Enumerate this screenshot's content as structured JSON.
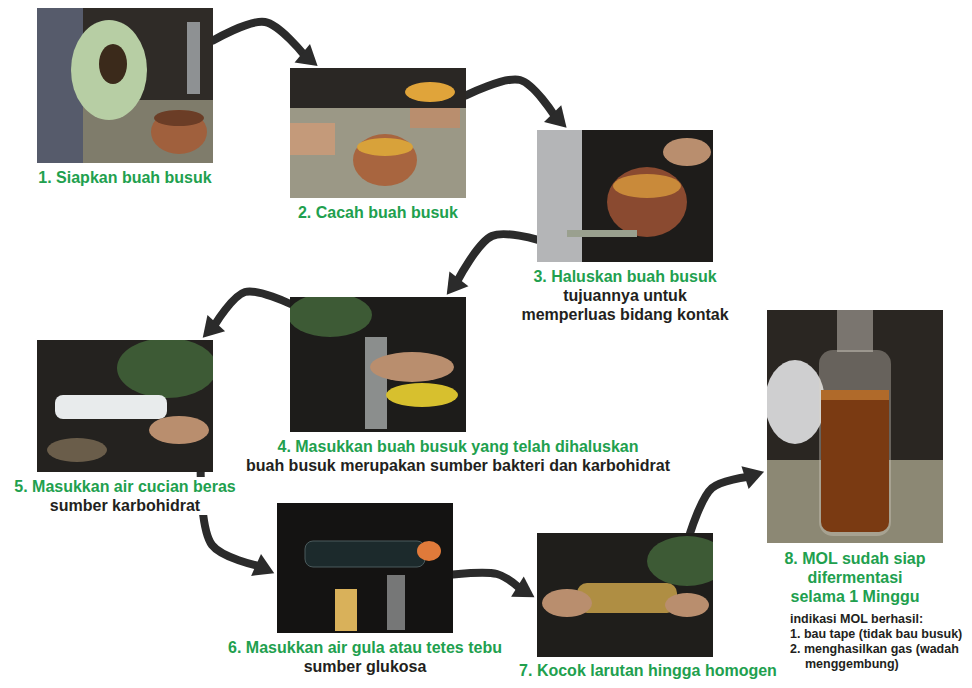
{
  "diagram": {
    "nodes": [
      {
        "text": [
          "1. Siapkan buah busuk"
        ]
      },
      {
        "text": [
          "2. Cacah buah busuk"
        ]
      },
      {
        "text": [
          "3. Haluskan buah busuk",
          "tujuannya untuk memperluas bidang kontak"
        ]
      },
      {
        "text": [
          "4. Masukkan buah busuk yang telah dihaluskan",
          "buah busuk merupakan sumber bakteri dan karbohidrat"
        ]
      },
      {
        "text": [
          "5. Masukkan air cucian beras",
          "sumber karbohidrat"
        ]
      },
      {
        "text": [
          "6. Masukkan air gula atau tetes tebu",
          "sumber glukosa"
        ]
      },
      {
        "text": [
          "7. Kocok larutan hingga homogen"
        ]
      },
      {
        "text": [
          "8. MOL sudah siap difermentasi selama 1 Minggu",
          "indikasi MOL berhasil:",
          "1. bau tape (tidak bau busuk)",
          "2. menghasilkan gas (wadah menggembung)"
        ]
      }
    ],
    "edges": [
      {
        "from": 0,
        "to": 1,
        "arrow": "to"
      },
      {
        "from": 1,
        "to": 2,
        "arrow": "to"
      },
      {
        "from": 2,
        "to": 3,
        "arrow": "to"
      },
      {
        "from": 3,
        "to": 4,
        "arrow": "to"
      },
      {
        "from": 4,
        "to": 5,
        "arrow": "to"
      },
      {
        "from": 5,
        "to": 6,
        "arrow": "to"
      },
      {
        "from": 6,
        "to": 7,
        "arrow": "to"
      }
    ]
  }
}
